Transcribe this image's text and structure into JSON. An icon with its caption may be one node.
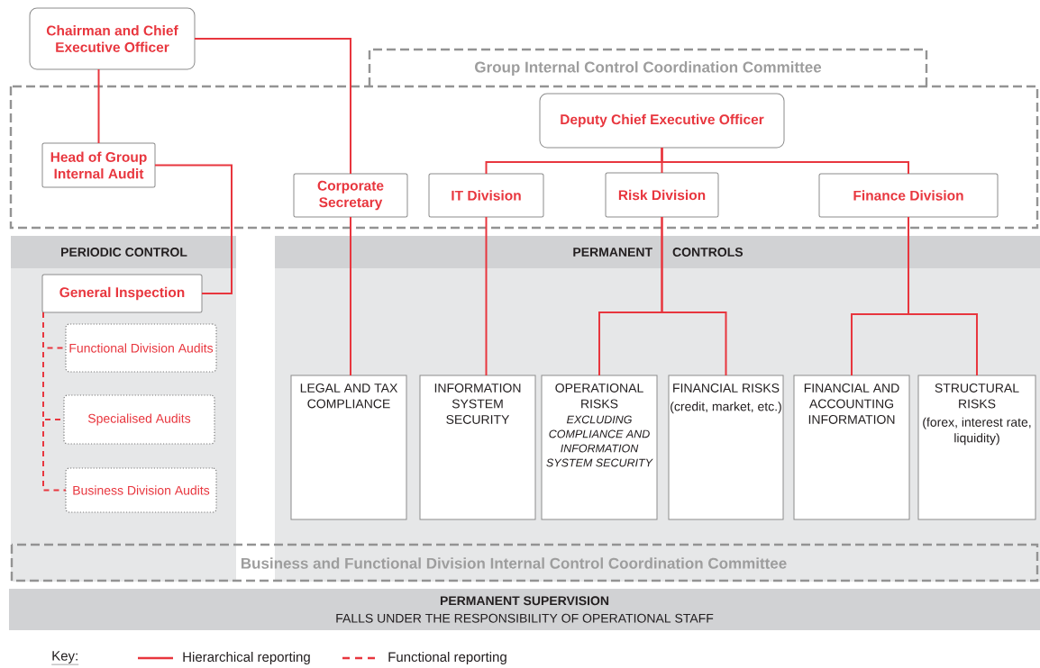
{
  "diagram": {
    "nodes": [
      {
        "text": [
          "Chairman and Chief Executive Officer"
        ]
      },
      {
        "text": [
          "Group Internal Control Coordination Committee"
        ]
      },
      {
        "text": [
          "Head of Group Internal Audit"
        ],
        "in": 1
      },
      {
        "text": [
          "Corporate Secretary"
        ],
        "in": 1
      },
      {
        "text": [
          "Deputy Chief Executive Officer"
        ],
        "in": 1
      },
      {
        "text": [
          "IT Division"
        ],
        "in": 1
      },
      {
        "text": [
          "Risk Division"
        ],
        "in": 1
      },
      {
        "text": [
          "Finance Division"
        ],
        "in": 1
      },
      {
        "text": [
          "PERIODIC CONTROL"
        ]
      },
      {
        "text": [
          "General Inspection"
        ],
        "in": 8
      },
      {
        "text": [
          "Functional Division Audits"
        ],
        "in": 8
      },
      {
        "text": [
          "Specialised Audits"
        ],
        "in": 8
      },
      {
        "text": [
          "Business Division Audits"
        ],
        "in": 8
      },
      {
        "text": [
          "PERMANENT CONTROLS"
        ]
      },
      {
        "text": [
          "LEGAL AND TAX COMPLIANCE"
        ],
        "in": 13
      },
      {
        "text": [
          "INFORMATION SYSTEM SECURITY"
        ],
        "in": 13
      },
      {
        "text": [
          "OPERATIONAL RISKS",
          "EXCLUDING COMPLIANCE AND INFORMATION SYSTEM SECURITY"
        ],
        "in": 13
      },
      {
        "text": [
          "FINANCIAL RISKS",
          "(credit, market, etc.)"
        ],
        "in": 13
      },
      {
        "text": [
          "FINANCIAL AND ACCOUNTING INFORMATION"
        ],
        "in": 13
      },
      {
        "text": [
          "STRUCTURAL RISKS",
          "(forex, interest rate, liquidity)"
        ],
        "in": 13
      },
      {
        "text": [
          "Business and Functional Division Internal Control Coordination Committee"
        ]
      },
      {
        "text": [
          "PERMANENT SUPERVISION",
          "FALLS UNDER THE RESPONSIBILITY OF OPERATIONAL STAFF"
        ]
      }
    ],
    "edges": [
      {
        "from": 0,
        "to": 2,
        "arrow": "none"
      },
      {
        "from": 0,
        "to": 3,
        "arrow": "none"
      },
      {
        "from": 2,
        "to": 9,
        "arrow": "none"
      },
      {
        "from": 3,
        "to": 14,
        "arrow": "none"
      },
      {
        "from": 4,
        "to": 5,
        "arrow": "none"
      },
      {
        "from": 4,
        "to": 6,
        "arrow": "none"
      },
      {
        "from": 4,
        "to": 7,
        "arrow": "none"
      },
      {
        "from": 5,
        "to": 15,
        "arrow": "none"
      },
      {
        "from": 6,
        "to": 16,
        "arrow": "none"
      },
      {
        "from": 6,
        "to": 17,
        "arrow": "none"
      },
      {
        "from": 7,
        "to": 18,
        "arrow": "none"
      },
      {
        "from": 7,
        "to": 19,
        "arrow": "none"
      },
      {
        "from": 9,
        "to": 10,
        "arrow": "none",
        "style": "dashed"
      },
      {
        "from": 9,
        "to": 11,
        "arrow": "none",
        "style": "dashed"
      },
      {
        "from": 9,
        "to": 12,
        "arrow": "none",
        "style": "dashed"
      }
    ],
    "labels": [
      "Key:"
    ],
    "legend": [
      {
        "text": "Hierarchical reporting"
      },
      {
        "text": "Functional reporting"
      }
    ]
  }
}
